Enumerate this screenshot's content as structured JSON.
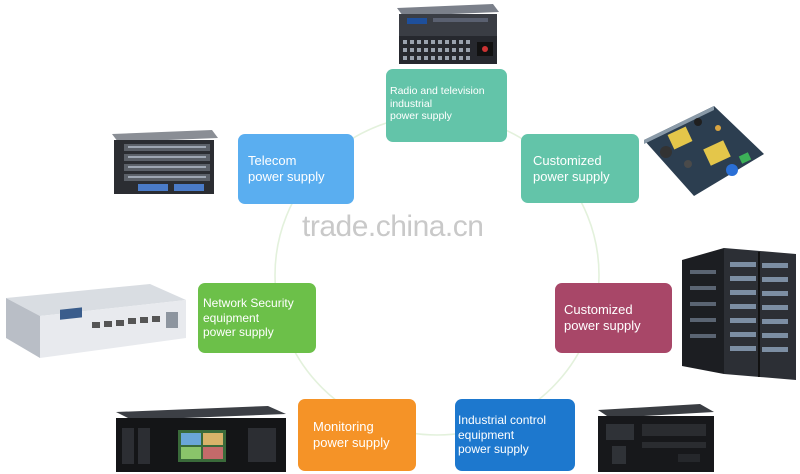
{
  "watermark": "trade.china.cn",
  "colors": {
    "teal": "#63c4a9",
    "blue": "#5aaef0",
    "green": "#6cc049",
    "orange": "#f59327",
    "navy": "#1d78ce",
    "plum": "#a84768",
    "ring": "#e8f4e0"
  },
  "nodes": {
    "radio": {
      "lines": [
        "Radio and television",
        "industrial",
        "power supply"
      ]
    },
    "telecom": {
      "lines": [
        "Telecom",
        "power supply"
      ]
    },
    "customized_top": {
      "lines": [
        "Customized",
        "power supply"
      ]
    },
    "network": {
      "lines": [
        "Network Security",
        "equipment",
        "power supply"
      ]
    },
    "customized_right": {
      "lines": [
        "Customized",
        "power supply"
      ]
    },
    "monitoring": {
      "lines": [
        "Monitoring",
        "power supply"
      ]
    },
    "industrial": {
      "lines": [
        "Industrial control",
        "equipment",
        "power supply"
      ]
    }
  },
  "devices": [
    "av-matrix-switcher-image",
    "network-switch-chassis-image",
    "power-supply-board-image",
    "firewall-appliance-image",
    "server-rack-cabinets-image",
    "dvr-recorder-image",
    "industrial-pc-chassis-image"
  ]
}
